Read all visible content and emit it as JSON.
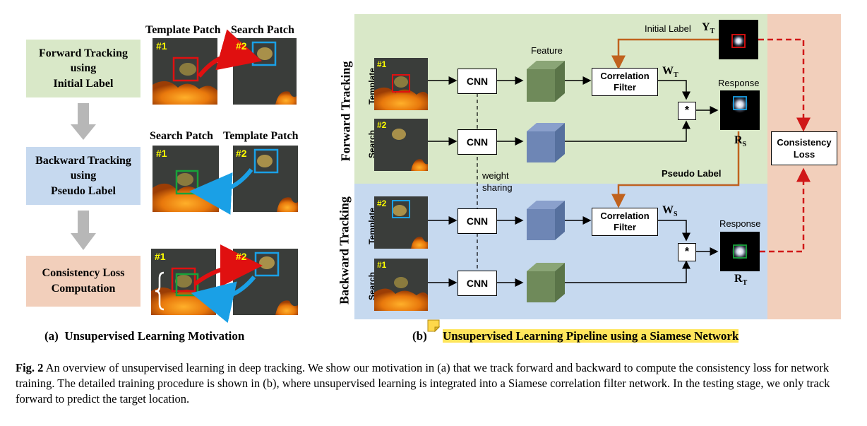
{
  "panel_a": {
    "stages": [
      "Forward Tracking\nusing\nInitial Label",
      "Backward Tracking\nusing\nPseudo Label",
      "Consistency Loss\nComputation"
    ],
    "row1_left_title": "Template Patch",
    "row1_right_title": "Search Patch",
    "row2_left_title": "Search Patch",
    "row2_right_title": "Template Patch",
    "frame1": "#1",
    "frame2": "#2",
    "caption": "(a)  Unsupervised Learning Motivation"
  },
  "panel_b": {
    "forward_label": "Forward  Tracking",
    "backward_label": "Backward  Tracking",
    "template_label": "Template",
    "search_label": "Search",
    "frame1": "#1",
    "frame2": "#2",
    "cnn_label": "CNN",
    "feature_label": "Feature",
    "weight_sharing": "weight\nsharing",
    "correlation_filter": "Correlation\nFilter",
    "initial_label": "Initial Label",
    "y_t": "Y",
    "y_t_sub": "T",
    "w_t": "W",
    "w_t_sub": "T",
    "w_s": "W",
    "w_s_sub": "S",
    "response": "Response",
    "r_s": "R",
    "r_s_sub": "S",
    "r_t": "R",
    "r_t_sub": "T",
    "pseudo_label": "Pseudo Label",
    "consistency_loss": "Consistency\nLoss",
    "conv_symbol": "*",
    "caption_prefix": "(b)",
    "caption_highlight": "Unsupervised Learning Pipeline using a Siamese Network"
  },
  "figure_caption": {
    "label": "Fig. 2",
    "text": "  An overview of unsupervised learning in deep tracking. We show our motivation in (a) that we track forward and backward to compute the consistency loss for network training. The detailed training procedure is shown in (b), where unsupervised learning is integrated into a Siamese correlation filter network. In the testing stage, we only track forward to predict the target location."
  },
  "colors": {
    "forward_bg": "#d9e8c8",
    "backward_bg": "#c6d9ef",
    "consistency_bg": "#f2cfbb",
    "red_box": "#e01010",
    "blue_box": "#1aa0e6",
    "green_box": "#17a33a",
    "orange_arrow": "#c0621e",
    "green_cube": "#6f8a5a",
    "blue_cube": "#6e86b5",
    "highlight": "#ffe55c",
    "frame_label": "#ffff00"
  }
}
